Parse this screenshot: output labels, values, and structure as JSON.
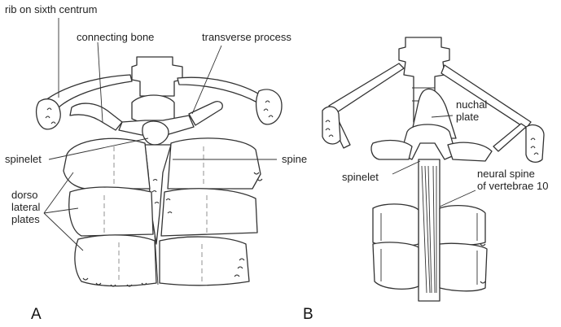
{
  "figure": {
    "panels": {
      "a": "A",
      "b": "B"
    },
    "labels_a": {
      "rib": "rib on sixth centrum",
      "connecting_bone": "connecting bone",
      "transverse_process": "transverse process",
      "spinelet": "spinelet",
      "spine": "spine",
      "dorso": "dorso",
      "lateral": "lateral",
      "plates": "plates"
    },
    "labels_b": {
      "nuchal": "nuchal",
      "plate": "plate",
      "spinelet": "spinelet",
      "neural_spine": "neural spine",
      "of_vertebrae": "of vertebrae 10"
    }
  }
}
